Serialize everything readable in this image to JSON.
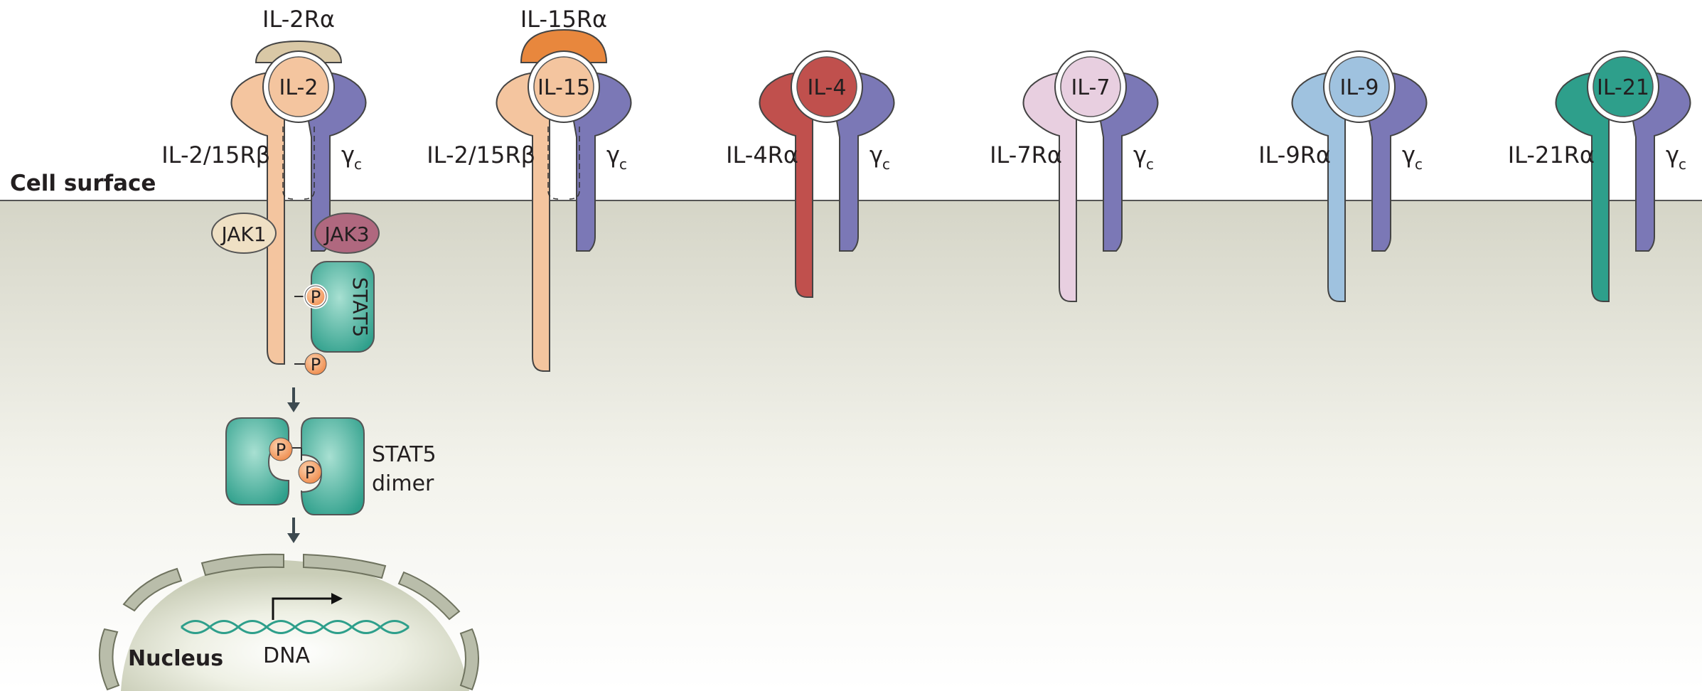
{
  "cell_surface_label": "Cell surface",
  "nucleus_label": "Nucleus",
  "dna_label": "DNA",
  "stat5_dimer_label": [
    "STAT5",
    "dimer"
  ],
  "stat5_label": "STAT5",
  "phospho_label": "P",
  "jak_labels": [
    "JAK1",
    "JAK3"
  ],
  "gamma_c_label": "γ",
  "gamma_c_subscript": "c",
  "receptors": [
    {
      "cytokine": "IL-2",
      "alpha_label": "IL-2/15Rβ",
      "top_label": "IL-2Rα",
      "color": "#f4c59f"
    },
    {
      "cytokine": "IL-15",
      "alpha_label": "IL-2/15Rβ",
      "top_label": "IL-15Rα",
      "color": "#f4c59f"
    },
    {
      "cytokine": "IL-4",
      "alpha_label": "IL-4Rα",
      "color": "#c0504d"
    },
    {
      "cytokine": "IL-7",
      "alpha_label": "IL-7Rα",
      "color": "#e8cfe0"
    },
    {
      "cytokine": "IL-9",
      "alpha_label": "IL-9Rα",
      "color": "#9fc2df"
    },
    {
      "cytokine": "IL-21",
      "alpha_label": "IL-21Rα",
      "color": "#2e9f8b"
    }
  ],
  "colors": {
    "gamma_c": "#7b78b6",
    "stat5": "#2e9f8b",
    "phospho": "#ef8a4a",
    "jak1": "#efe0c4",
    "jak3": "#b0687f",
    "il2ralpha": "#d9c8a6",
    "il15ralpha": "#e8873d"
  }
}
